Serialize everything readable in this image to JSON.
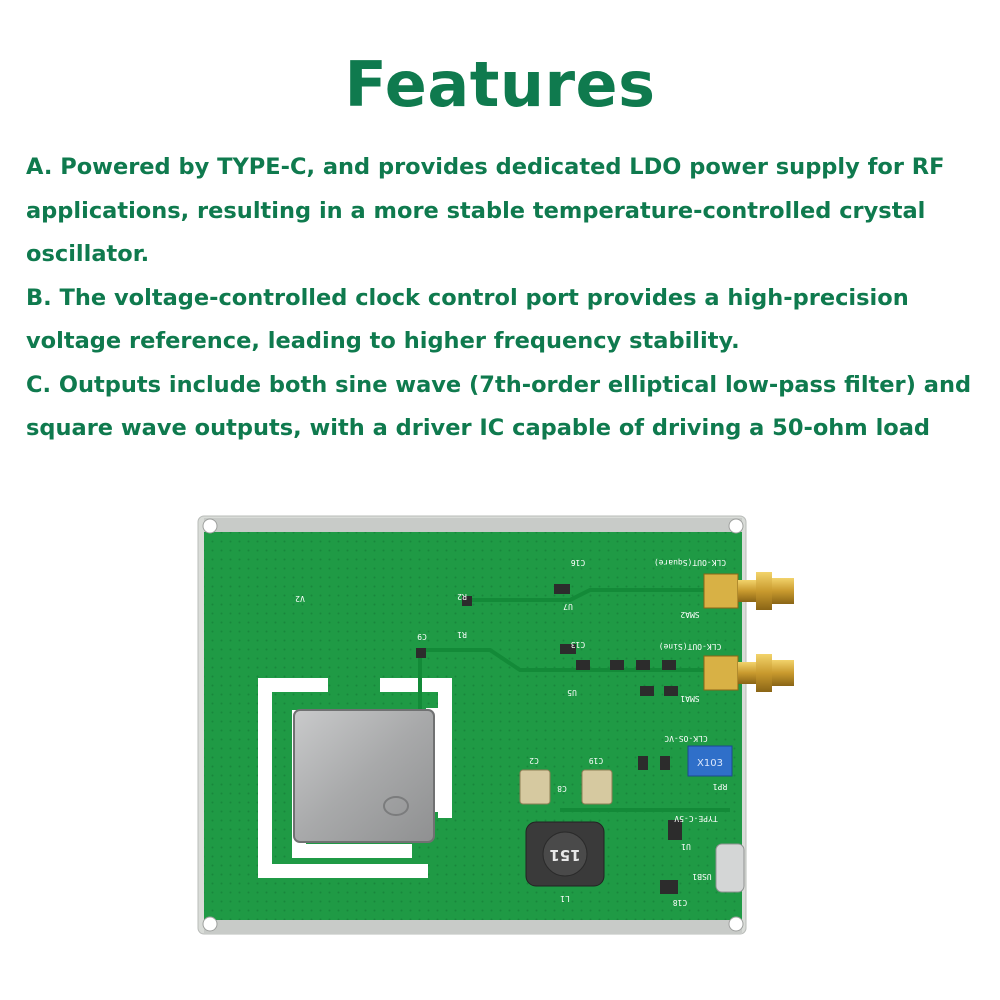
{
  "heading": "Features",
  "features": [
    "A. Powered by TYPE-C, and provides dedicated LDO power supply for RF applications, resulting in a more stable temperature-controlled crystal oscillator.",
    "B. The voltage-controlled clock control port provides a high-precision voltage reference, leading to higher frequency stability.",
    "C. Outputs include both sine wave (7th-order elliptical low-pass filter) and square wave outputs, with a driver IC capable of driving a 50-ohm load"
  ],
  "board": {
    "pcb_color": "#1f9a45",
    "labels": {
      "clk_square": "CLK-OUT(Square)",
      "clk_sine": "CLK-OUT(Sine)",
      "sma1": "SMA1",
      "sma2": "SMA2",
      "type_c": "TYPE-C-5V",
      "clk_vc": "CLK-OS-VC",
      "inductor": "151",
      "pot": "X103",
      "rp1": "RP1",
      "l1": "L1",
      "u1": "U1",
      "u5": "U5",
      "u7": "U7",
      "r1": "R1",
      "r2": "R2",
      "c9": "C9",
      "c16": "C16",
      "c13": "C13",
      "c2": "C2",
      "c19": "C19",
      "c8": "C8",
      "usb": "USB1",
      "c18": "C18",
      "version": "V2"
    }
  }
}
